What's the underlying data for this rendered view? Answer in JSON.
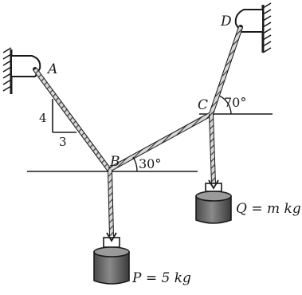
{
  "labels": {
    "point_a": "A",
    "point_b": "B",
    "point_c": "C",
    "point_d": "D",
    "slope_vertical": "4",
    "slope_horizontal": "3",
    "angle_b": "30°",
    "angle_c": "70°",
    "weight_p": "P = 5 kg",
    "weight_q": "Q = m kg"
  },
  "colors": {
    "ink": "#1a1a1a",
    "hatch": "#2a2a2a",
    "weight_fill": "#6e6e6e",
    "weight_top": "#9a9a9a"
  }
}
